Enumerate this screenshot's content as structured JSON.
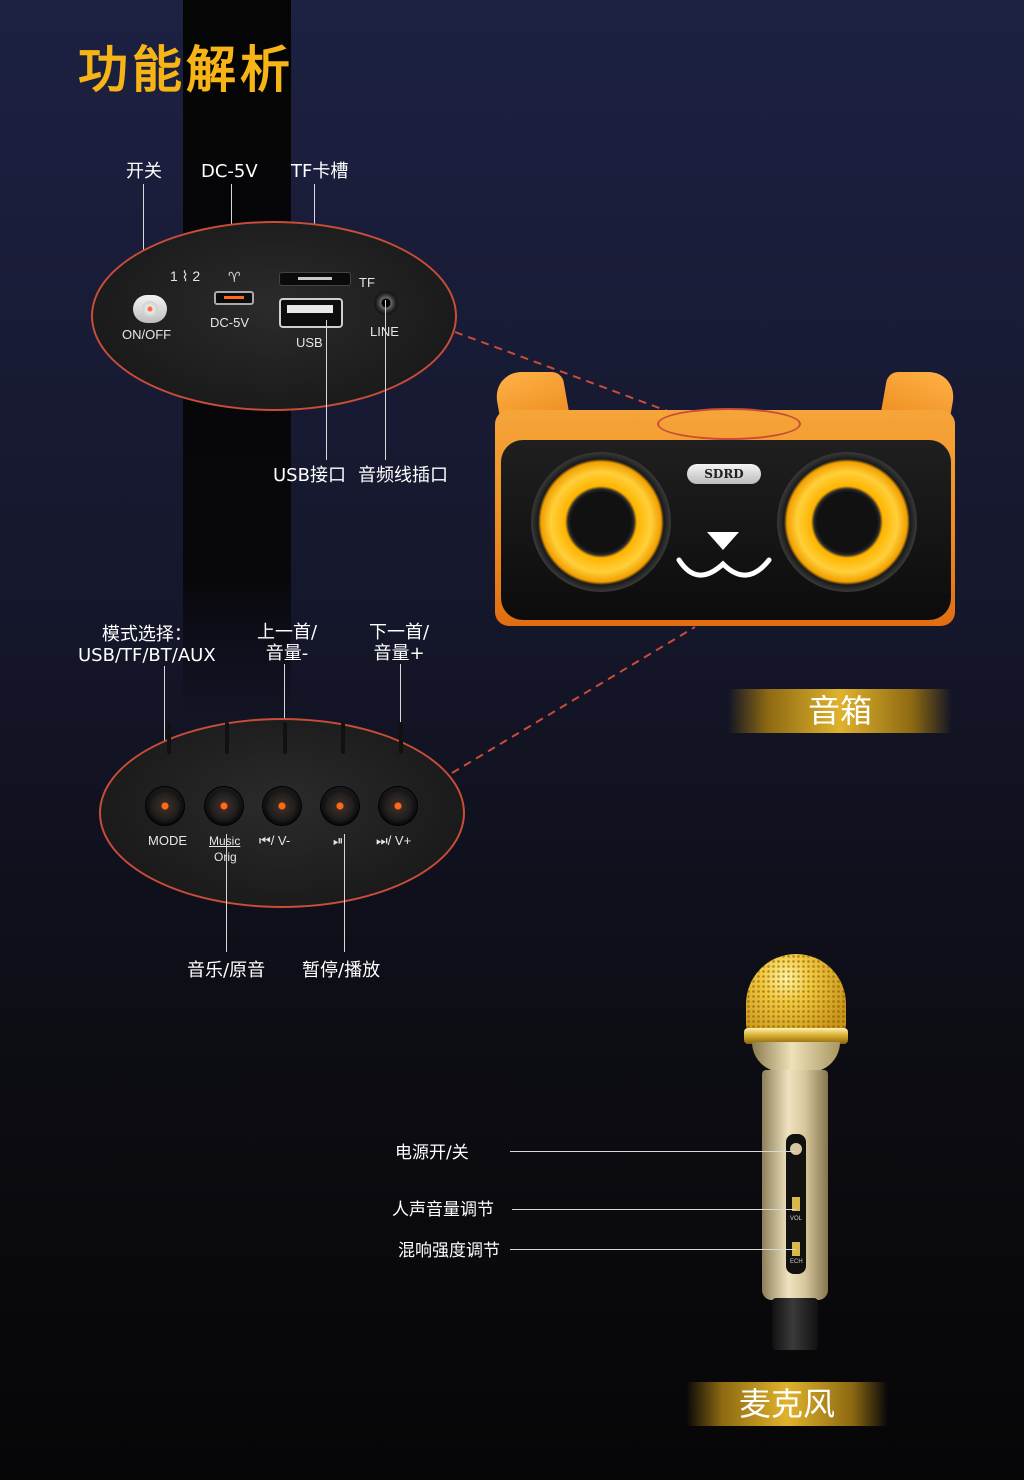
{
  "title": "功能解析",
  "top_panel": {
    "callouts": {
      "power": "开关",
      "dc": "DC-5V",
      "tf_slot": "TF卡槽",
      "usb_port": "USB接口",
      "audio_line": "音频线插口"
    },
    "printed": {
      "on_off": "ON/OFF",
      "dc": "DC-5V",
      "tf": "TF",
      "usb": "USB",
      "line": "LINE",
      "switch_marks": "1 ⌇ 2"
    }
  },
  "speaker": {
    "brand": "SDRD",
    "caption": "音箱"
  },
  "button_panel": {
    "callouts": {
      "mode": "模式选择：",
      "mode_options": "USB/TF/BT/AUX",
      "prev_l1": "上一首/",
      "prev_l2": "音量-",
      "next_l1": "下一首/",
      "next_l2": "音量+",
      "music_orig": "音乐/原音",
      "pause_play": "暂停/播放"
    },
    "buttons": [
      {
        "label": "MODE"
      },
      {
        "label": "Music",
        "sub": "Orig"
      },
      {
        "label": "⏮/ V-"
      },
      {
        "label": "⏯"
      },
      {
        "label": "⏭/ V+"
      }
    ]
  },
  "microphone": {
    "callouts": {
      "power": "电源开/关",
      "vocal_volume": "人声音量调节",
      "reverb": "混响强度调节"
    },
    "printed": {
      "vol": "VOL",
      "ech": "ECH"
    },
    "caption": "麦克风"
  },
  "colors": {
    "title": "#f6b417",
    "accent_orange": "#f08c1e",
    "panel_border": "#c94d38",
    "gold": "#e0b32c"
  }
}
